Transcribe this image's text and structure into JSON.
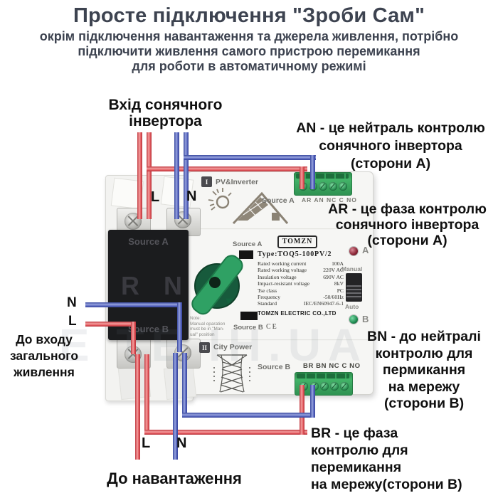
{
  "title": "Просте підключення \"Зроби Сам\"",
  "subtitle": [
    "окрім підключення навантаження та джерела живлення, потрібно",
    "підключити живлення самого пристрою перемикання",
    "для роботи в автоматичному режимі"
  ],
  "labels": {
    "solar_input": [
      "Вхід сонячного",
      "інвертора"
    ],
    "top_l": "L",
    "top_n": "N",
    "left_n": "N",
    "left_l": "L",
    "mains_input": [
      "До входу",
      "загального",
      "живлення"
    ],
    "bottom_l": "L",
    "bottom_n": "N",
    "load": "До навантаження"
  },
  "annotations": {
    "an": [
      "AN - це нейтраль контролю",
      "сонячного інвертора",
      "(сторони A)"
    ],
    "ar": [
      "AR - це фаза контролю",
      "сонячного інвертора",
      "(сторони A)"
    ],
    "bn": [
      "BN - до нейтралі",
      "контролю для",
      "пермикання",
      "на мережу",
      "(сторони B)"
    ],
    "br": [
      "BR - це фаза",
      "контролю для",
      "перемикання",
      "на мережу(сторони B)"
    ]
  },
  "device": {
    "section_pv": {
      "numeral": "I",
      "title": "PV&Inverter",
      "source": "Source A"
    },
    "terminal_top_labels": "AR AN NC C NO",
    "breaker": {
      "top": "Source A",
      "pole_r": "R",
      "pole_n": "N",
      "bottom": "Source B"
    },
    "brand": "TOMZN",
    "source_a_small": "Source A",
    "type_line": "Type:TOQ5-100PV/2",
    "specs": [
      {
        "label": "Rated working current",
        "value": "100A"
      },
      {
        "label": "Rated working voltage",
        "value": "220V AC"
      },
      {
        "label": "Insulation voltage",
        "value": "690V AC"
      },
      {
        "label": "Impact-resistant voltage",
        "value": "8kV"
      },
      {
        "label": "Tse class",
        "value": "PC"
      },
      {
        "label": "Frequency",
        "value": "-50/60Hz"
      },
      {
        "label": "Standard",
        "value": "IEC/EN60947-6-1"
      }
    ],
    "company": "TOMZN ELECTRIC CO.,LTD",
    "source_b_small": "Source B",
    "ce_mark": "CE",
    "note": [
      "Note:",
      "Manual oparation",
      "must be in \"Man-",
      "ual\" position"
    ],
    "indicator_a": "A",
    "indicator_b": "B",
    "switch_manual": "Manual",
    "switch_auto": "Auto",
    "section_city": {
      "numeral": "II",
      "title": "City Power",
      "source": "Source B"
    },
    "terminal_bottom_labels": "BR BN NC C NO"
  },
  "watermark": "Е ТЕ ІН.UA",
  "colors": {
    "wire_phase_red": "#e4595e",
    "wire_neutral_blue": "#5a68c0",
    "terminal_green": "#3aa35c",
    "knob_green": "#2fa164",
    "led_a_red": "#8a2435",
    "led_b_green": "#1e8a50",
    "heading": "#3d4350"
  }
}
